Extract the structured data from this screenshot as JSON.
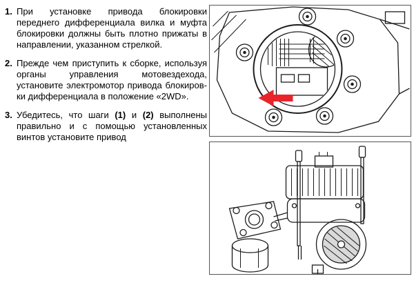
{
  "page": {
    "background": "#ffffff"
  },
  "colors": {
    "arrow_red": "#e8252a",
    "line": "#1b1b1b",
    "figure_border": "#555555"
  },
  "instructions": [
    {
      "number": "1.",
      "text": "При установке привода блокировки переднего дифференциала вилка и муфта блокировки должны быть плотно прижаты в направле­нии, указанном стрелкой."
    },
    {
      "number": "2.",
      "text": "Прежде чем приступить к сборке, ис­пользуя органы управления мотовездехода, установите электромотор привода блокиров­ки дифференциала в положение «2WD»."
    },
    {
      "number": "3.",
      "parts": {
        "p0": "Убедитесь, что шаги ",
        "b1": "(1)",
        "p2": " и ",
        "b3": "(2)",
        "p4": " выполнены правильно и с помощью установленных винтов установите привод"
      }
    }
  ],
  "figures": [
    {
      "name": "differential-housing-front-view",
      "annotation": "red-direction-arrow"
    },
    {
      "name": "actuator-assembly-view"
    }
  ]
}
